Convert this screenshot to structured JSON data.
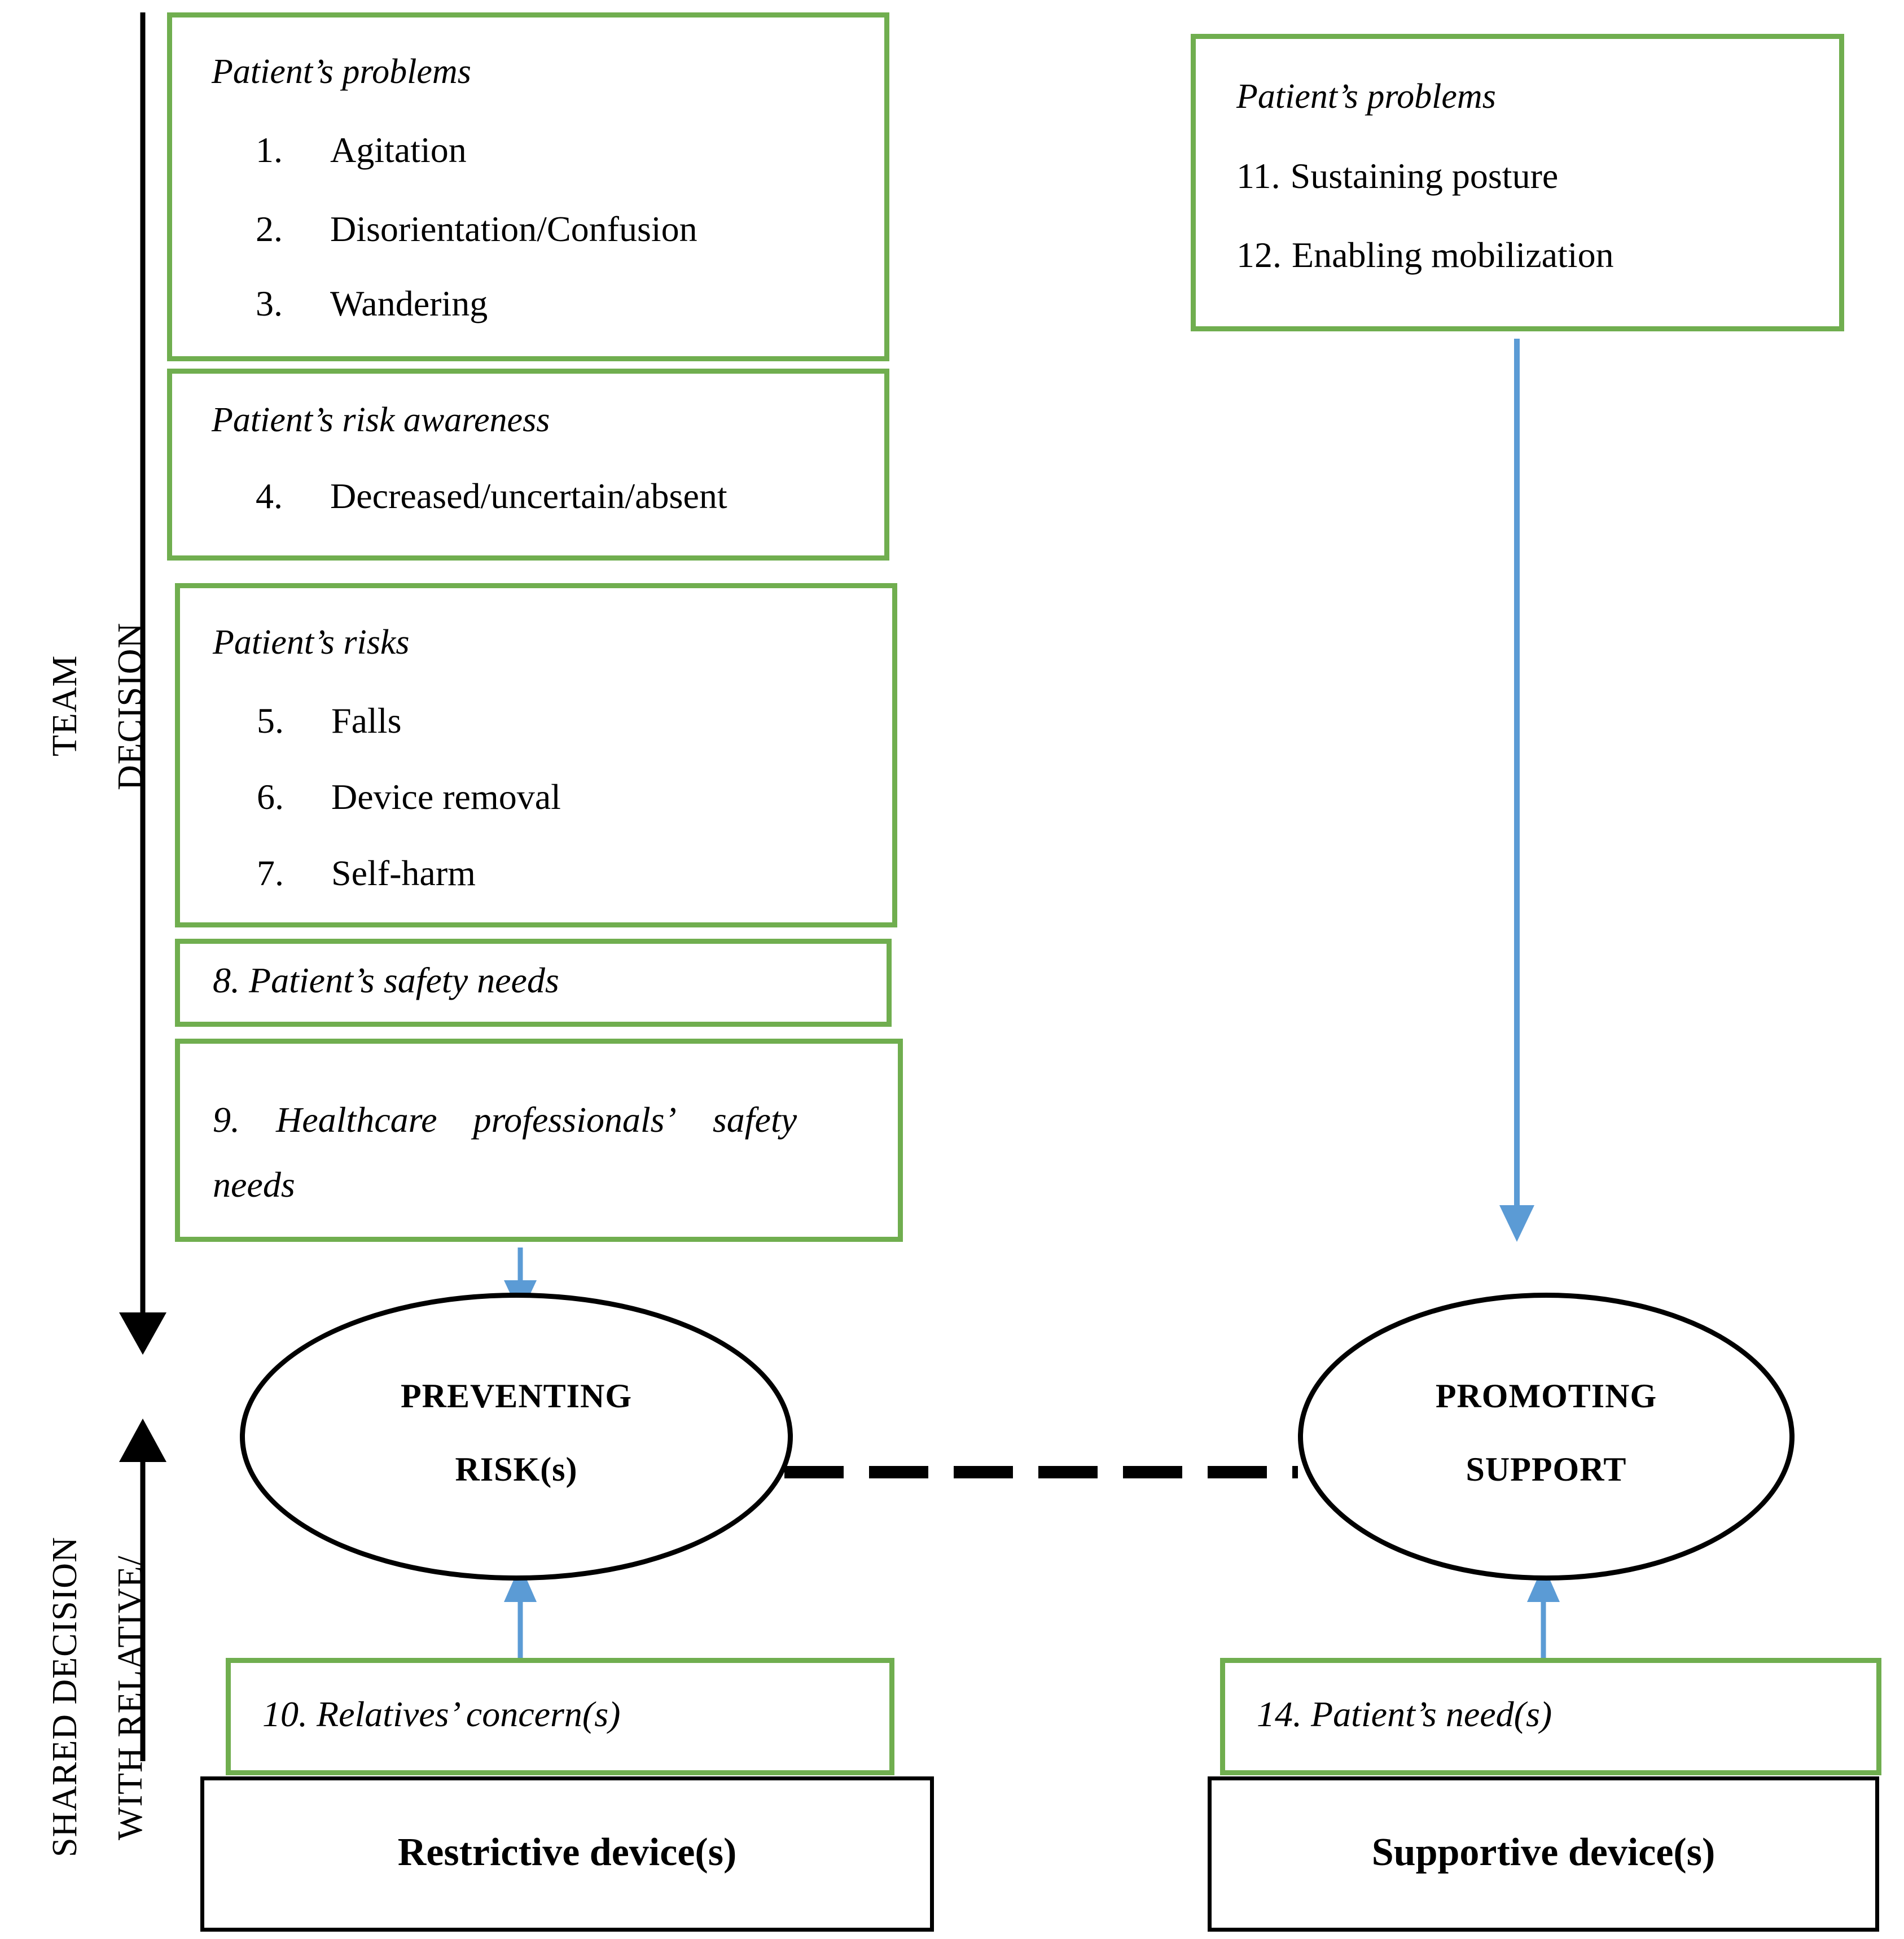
{
  "colors": {
    "green_border": "#70AE4F",
    "black": "#000000",
    "arrow_blue": "#5B9BD5",
    "background": "#FFFFFF"
  },
  "side_labels": {
    "team": "TEAM",
    "decision": "DECISION",
    "shared_decision": "SHARED DECISION",
    "with_relative": "WITH RELATIVE/"
  },
  "left_column": {
    "problems_box": {
      "category": "Patient’s problems",
      "items": [
        {
          "num": "1.",
          "text": "Agitation"
        },
        {
          "num": "2.",
          "text": "Disorientation/Confusion"
        },
        {
          "num": "3.",
          "text": "Wandering"
        }
      ]
    },
    "risk_awareness_box": {
      "category": "Patient’s risk awareness",
      "items": [
        {
          "num": "4.",
          "text": "Decreased/uncertain/absent"
        }
      ]
    },
    "risks_box": {
      "category": "Patient’s risks",
      "items": [
        {
          "num": "5.",
          "text": "Falls"
        },
        {
          "num": "6.",
          "text": "Device removal"
        },
        {
          "num": "7.",
          "text": "Self-harm"
        }
      ]
    },
    "patient_safety_box": {
      "text": "8. Patient’s safety needs"
    },
    "professional_safety_box": {
      "line1": "9. Healthcare professionals’ safety",
      "line2": "needs"
    },
    "relatives_concern_box": {
      "text": "10. Relatives’ concern(s)"
    },
    "restrictive_device_box": {
      "text": "Restrictive device(s)"
    },
    "ellipse": {
      "line1": "PREVENTING",
      "line2": "RISK(s)"
    }
  },
  "right_column": {
    "problems_box": {
      "category": "Patient’s problems",
      "items": [
        {
          "num": "11.",
          "text": "Sustaining posture"
        },
        {
          "num": "12.",
          "text": "Enabling mobilization"
        }
      ]
    },
    "patient_needs_box": {
      "text": "14. Patient’s need(s)"
    },
    "supportive_device_box": {
      "text": "Supportive device(s)"
    },
    "ellipse": {
      "line1": "PROMOTING",
      "line2": "SUPPORT"
    }
  },
  "connectors": {
    "ellipse_link_style": "dashed",
    "arrows": [
      "right-problems-to-promoting-support",
      "professional-safety-to-preventing-risk",
      "relatives-concern-to-preventing-risk",
      "patient-needs-to-promoting-support"
    ]
  }
}
